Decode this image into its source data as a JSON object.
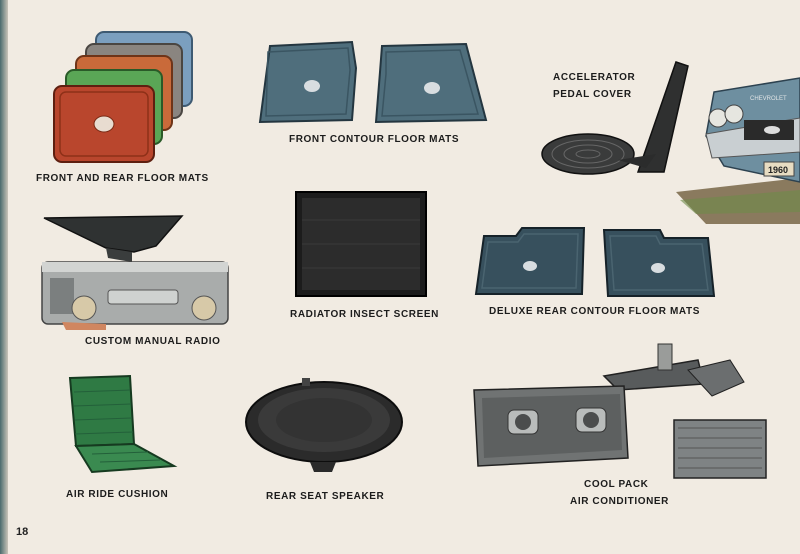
{
  "page_number": "18",
  "items": {
    "front_rear_floor_mats": "FRONT AND REAR FLOOR MATS",
    "front_contour_floor_mats": "FRONT CONTOUR FLOOR MATS",
    "accelerator_pedal_cover_line1": "ACCELERATOR",
    "accelerator_pedal_cover_line2": "PEDAL COVER",
    "custom_manual_radio": "CUSTOM MANUAL RADIO",
    "radiator_insect_screen": "RADIATOR INSECT SCREEN",
    "deluxe_rear_contour_floor_mats": "DELUXE REAR CONTOUR FLOOR MATS",
    "air_ride_cushion": "AIR RIDE CUSHION",
    "rear_seat_speaker": "REAR SEAT SPEAKER",
    "cool_pack_line1": "COOL PACK",
    "cool_pack_line2": "AIR CONDITIONER"
  },
  "car_plate_text": "1960",
  "car_grille_text": "CHEVROLET",
  "colors": {
    "background": "#f1ebe2",
    "mat_red": "#b8452c",
    "mat_green": "#4f9a4a",
    "mat_blue_gray": "#4f6e7c",
    "cushion_green": "#2f7a44"
  }
}
